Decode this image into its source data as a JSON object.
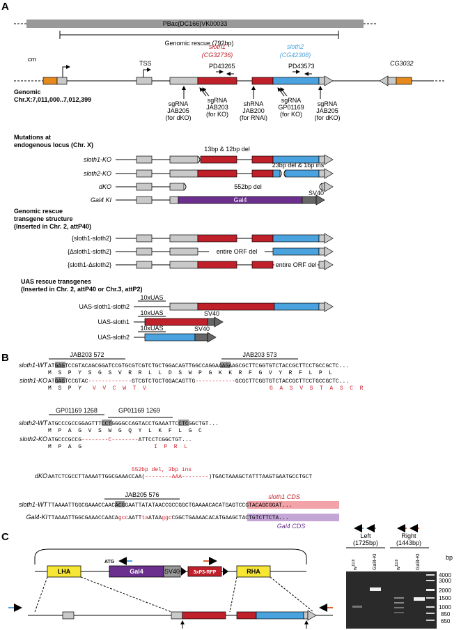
{
  "colors": {
    "exon_gray": "#c9c9c9",
    "sloth1": "#c0202a",
    "sloth2": "#4aa3df",
    "gal4": "#6b2f8e",
    "orange": "#e68a1e",
    "dark": "#666666",
    "bar": "#999999",
    "yellow": "#f7e633",
    "rfp": "#c0202a",
    "del_red": "#d0202a"
  },
  "panelA": {
    "label": "A",
    "pbac": "PBac{DC166}VK00033",
    "rescue": "Genomic rescue (792bp)",
    "cm": "cm",
    "tss": "TSS",
    "sloth1": "sloth1",
    "sloth1_cg": "(CG32736)",
    "sloth2": "sloth2",
    "sloth2_cg": "(CG42308)",
    "cg3032": "CG3032",
    "pd1": "PD43265",
    "pd2": "PD43573",
    "genomic1": "Genomic",
    "genomic2": "Chr.X:7,011,000..7,012,399",
    "g1": [
      "sgRNA",
      "JAB205",
      "(for dKO)"
    ],
    "g2": [
      "sgRNA",
      "JAB203",
      "(for KO)"
    ],
    "g3": [
      "shRNA",
      "JAB200",
      "(for RNAi)"
    ],
    "g4": [
      "sgRNA",
      "GP01169",
      "(for KO)"
    ],
    "g5": [
      "sgRNA",
      "JAB205",
      "(for dKO)"
    ],
    "mut1": "Mutations at",
    "mut2": "endogenous locus (Chr. X)",
    "m_s1": "sloth1-KO",
    "m_s2": "sloth2-KO",
    "m_dko": "dKO",
    "m_gal4": "Gal4 KI",
    "del1": "13bp & 12bp del",
    "del2": "23bp del & 1bp ins",
    "del3": "552bp del",
    "gal4": "Gal4",
    "sv40": "SV40",
    "gr1": "Genomic rescue",
    "gr2": "transgene structure",
    "gr3": "(Inserted in Chr. 2, attP40)",
    "r1": "{sloth1-sloth2}",
    "r2": "{Δsloth1-sloth2}",
    "r3": "{sloth1-Δsloth2}",
    "orf": "entire ORF del",
    "uas1": "UAS rescue transgenes",
    "uas2": "(Inserted in Chr. 2, attP40 or Chr.3, attP2)",
    "u1": "UAS-sloth1-sloth2",
    "u2": "UAS-sloth1",
    "u3": "UAS-sloth2",
    "uas": "10xUAS"
  },
  "panelB": {
    "label": "B",
    "jab572": "JAB203 572",
    "jab573": "JAB203 573",
    "s1wt": "sloth1-WT",
    "s1ko": "sloth1-KO",
    "s1wt_seq": "ATGAGTCCGTACAGCGGATCCGTGCGTCGTCTGCTGGACAGTTGGCCAGGAAAGAAGCGCTTCGGTGTCTACCGCTTCCTGCCGCTC...",
    "s1wt_aa": "M  S  P  Y  S  G  S  V  R  R  L  L  D  S  W  P  G  K  K  R  F  G  V  Y  R  F  L  P  L",
    "s1ko_seq_a": "ATGAGTCCGTAC",
    "s1ko_seq_b": "-------------",
    "s1ko_seq_c": "GTCGTCTGCTGGACAGTTG",
    "s1ko_seq_d": "------------",
    "s1ko_seq_e": "GCGCTTCGGTGTCTACCGCTTCCTGCCGCTC...",
    "s1ko_aa_a": "M  S  P  Y",
    "s1ko_aa_b": "V  V  C  W  T  V",
    "s1ko_aa_c": "G  A  S  V  S  T  A  S  C  R",
    "gp1268": "GP01169 1268",
    "gp1269": "GP01169 1269",
    "s2wt": "sloth2-WT",
    "s2ko": "sloth2-KO",
    "s2wt_seq": "ATGCCCGCCGGAGTTTCCTGGGGCCAGTACCTGAAATTCCTCGGCTGT...",
    "s2wt_aa": "M  P  A  G  V  S  W  G  Q  Y  L  K  F  L  G  C",
    "s2ko_seq_a": "ATGCCCGCCG",
    "s2ko_seq_b": "--------C--------",
    "s2ko_seq_c": "ATTCCTCGGCTGT...",
    "s2ko_aa_a": "M  P  A  G",
    "s2ko_aa_b": "I  P  R  L",
    "dko_del": "552bp del, 3bp ins",
    "dko": "dKO",
    "dko_seq_a": "AATCTCGCCTTAAAATTGGCGAAACCAA(",
    "dko_seq_b": "--------AAA--------",
    "dko_seq_c": ")TGACTAAAGCTATTTAAGTGAATGCCTGCT",
    "jab576": "JAB205 576",
    "sloth1_cds": "sloth1 CDS",
    "gal4_cds": "Gal4 CDS",
    "s1wt2": "sloth1-WT",
    "gal4ki": "Gal4-KI",
    "wt2_seq_a": "TTAAAATTGGCGAAACCAACACGGAATTATATAACCGCCGGCTGAAAACAC",
    "wt2_seq_b": "ATGAGTCCGTACAGCGGAT...",
    "ki_seq_a": "TTAAAATTGGCGAAACCAACA",
    "ki_seq_b": "gcc",
    "ki_seq_c": "AATT",
    "ki_seq_d": "ta",
    "ki_seq_e": "ATAA",
    "ki_seq_f": "ggc",
    "ki_seq_g": "CGGCTGAAAACAC",
    "ki_seq_h": "ATGAAGCTACTGTCTTCTA..."
  },
  "panelC": {
    "label": "C",
    "lha": "LHA",
    "rha": "RHA",
    "atg": "ATG",
    "gal4": "Gal4",
    "sv40": "SV40",
    "rfp": "3xP3-RFP",
    "left": "Left",
    "left_bp": "(1725bp)",
    "right": "Right",
    "right_bp": "(1443bp)",
    "lane_w": "w",
    "lane_w_sup": "1118",
    "lane_ki": "Gal4-KI",
    "bp": "bp",
    "ladder": [
      "4000",
      "3000",
      "2000",
      "1500",
      "1000",
      "850",
      "650"
    ]
  }
}
